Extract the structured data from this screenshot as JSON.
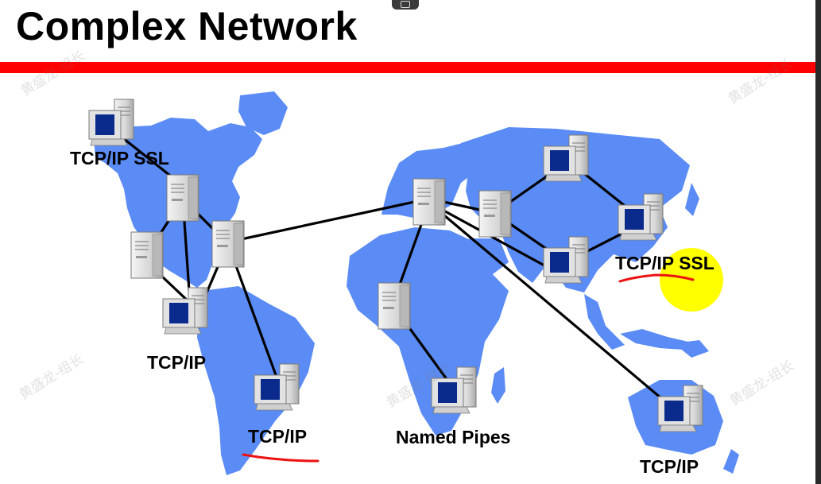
{
  "slide": {
    "title": "Complex Network",
    "accent_color": "#ff0000",
    "map_color": "#5b8cf5",
    "highlight_color": "#ffff00"
  },
  "labels": {
    "north_america": "TCP/IP SSL",
    "central_america": "TCP/IP",
    "south_america": "TCP/IP",
    "africa": "Named Pipes",
    "asia": "TCP/IP SSL",
    "australia": "TCP/IP"
  },
  "watermark": "黄盛龙-组长",
  "icons": {
    "server": "server-icon",
    "client": "workstation-icon"
  }
}
